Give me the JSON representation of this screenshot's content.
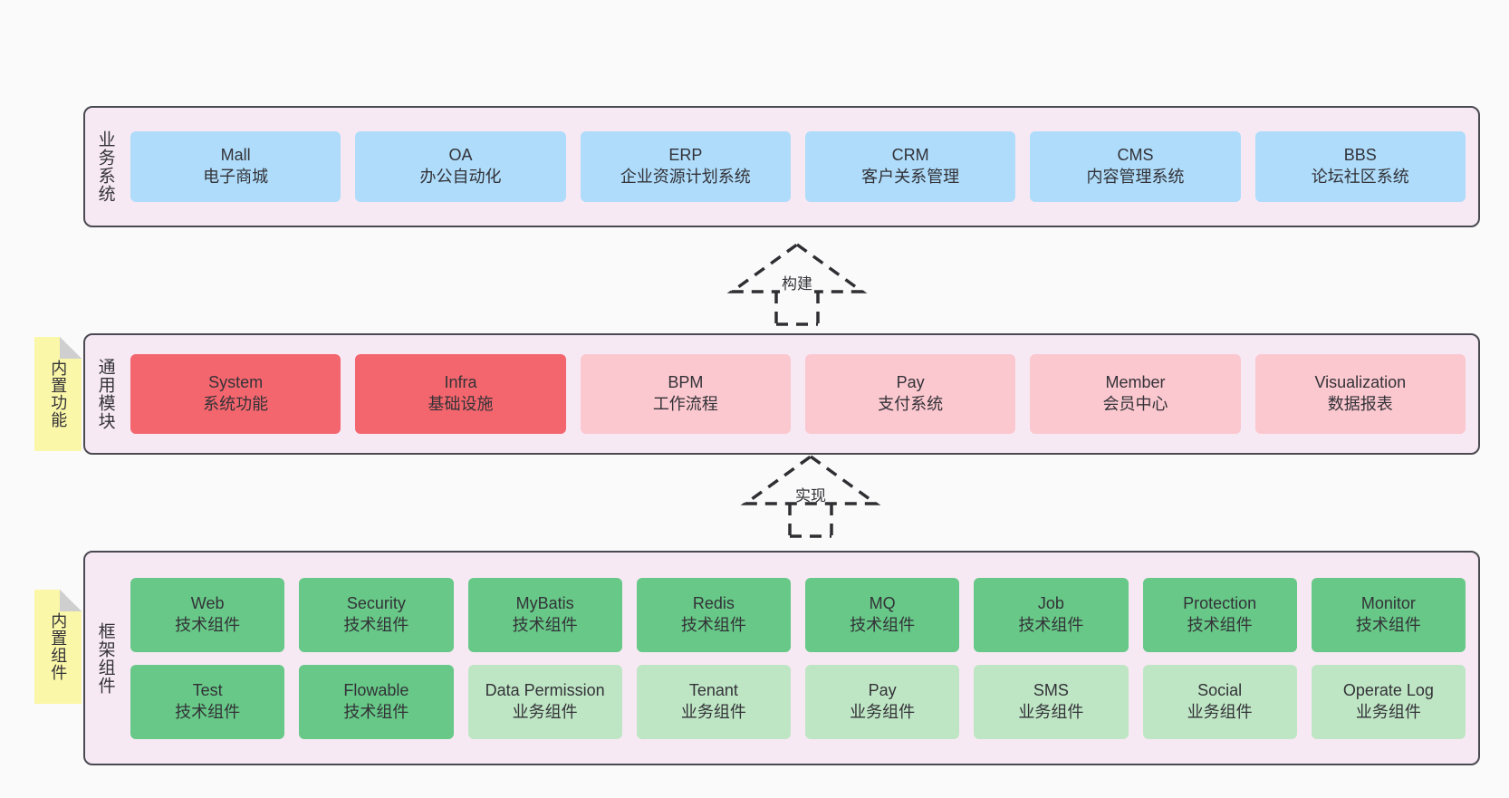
{
  "diagram": {
    "background_color": "#fafafa",
    "panel_color": "#f7e9f4",
    "panel_border_color": "#4a4a52",
    "tag_color": "#fbf7a8"
  },
  "layers": {
    "business": {
      "title": "业务系统",
      "accent_color": "#aedcfa",
      "cards": [
        {
          "title": "Mall",
          "subtitle": "电子商城"
        },
        {
          "title": "OA",
          "subtitle": "办公自动化"
        },
        {
          "title": "ERP",
          "subtitle": "企业资源计划系统"
        },
        {
          "title": "CRM",
          "subtitle": "客户关系管理"
        },
        {
          "title": "CMS",
          "subtitle": "内容管理系统"
        },
        {
          "title": "BBS",
          "subtitle": "论坛社区系统"
        }
      ]
    },
    "modules": {
      "title": "通用模块",
      "tag": "内置功能",
      "accent_color_strong": "#f4666d",
      "accent_color_light": "#fbc8cf",
      "cards": [
        {
          "title": "System",
          "subtitle": "系统功能",
          "style": "red"
        },
        {
          "title": "Infra",
          "subtitle": "基础设施",
          "style": "red"
        },
        {
          "title": "BPM",
          "subtitle": "工作流程",
          "style": "pink"
        },
        {
          "title": "Pay",
          "subtitle": "支付系统",
          "style": "pink"
        },
        {
          "title": "Member",
          "subtitle": "会员中心",
          "style": "pink"
        },
        {
          "title": "Visualization",
          "subtitle": "数据报表",
          "style": "pink"
        }
      ]
    },
    "framework": {
      "title": "框架组件",
      "tag": "内置组件",
      "accent_color_strong": "#67c887",
      "accent_color_light": "#bfe6c4",
      "row1": [
        {
          "title": "Web",
          "subtitle": "技术组件",
          "style": "green"
        },
        {
          "title": "Security",
          "subtitle": "技术组件",
          "style": "green"
        },
        {
          "title": "MyBatis",
          "subtitle": "技术组件",
          "style": "green"
        },
        {
          "title": "Redis",
          "subtitle": "技术组件",
          "style": "green"
        },
        {
          "title": "MQ",
          "subtitle": "技术组件",
          "style": "green"
        },
        {
          "title": "Job",
          "subtitle": "技术组件",
          "style": "green"
        },
        {
          "title": "Protection",
          "subtitle": "技术组件",
          "style": "green"
        },
        {
          "title": "Monitor",
          "subtitle": "技术组件",
          "style": "green"
        }
      ],
      "row2": [
        {
          "title": "Test",
          "subtitle": "技术组件",
          "style": "green"
        },
        {
          "title": "Flowable",
          "subtitle": "技术组件",
          "style": "green"
        },
        {
          "title": "Data Permission",
          "subtitle": "业务组件",
          "style": "lightgreen"
        },
        {
          "title": "Tenant",
          "subtitle": "业务组件",
          "style": "lightgreen"
        },
        {
          "title": "Pay",
          "subtitle": "业务组件",
          "style": "lightgreen"
        },
        {
          "title": "SMS",
          "subtitle": "业务组件",
          "style": "lightgreen"
        },
        {
          "title": "Social",
          "subtitle": "业务组件",
          "style": "lightgreen"
        },
        {
          "title": "Operate Log",
          "subtitle": "业务组件",
          "style": "lightgreen"
        }
      ]
    }
  },
  "connectors": [
    {
      "label": "构建",
      "from": "通用模块",
      "to": "业务系统",
      "style": "dashed-generalization"
    },
    {
      "label": "实现",
      "from": "框架组件",
      "to": "通用模块",
      "style": "dashed-generalization"
    }
  ]
}
